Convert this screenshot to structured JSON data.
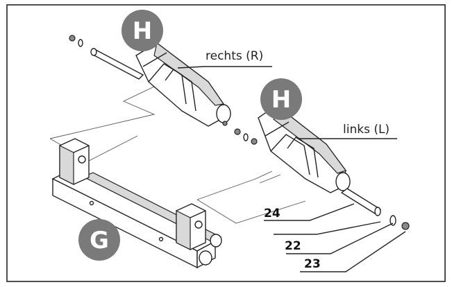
{
  "labels": {
    "right_side": "rechts (R)",
    "left_side": "links (L)"
  },
  "badges": {
    "upper_h": "H",
    "lower_h": "H",
    "base_g": "G"
  },
  "part_numbers": {
    "p24": "24",
    "p22": "22",
    "p23": "23"
  },
  "colors": {
    "badge_fill": "#7a7a7a",
    "frame": "#222222",
    "line": "#222222"
  }
}
